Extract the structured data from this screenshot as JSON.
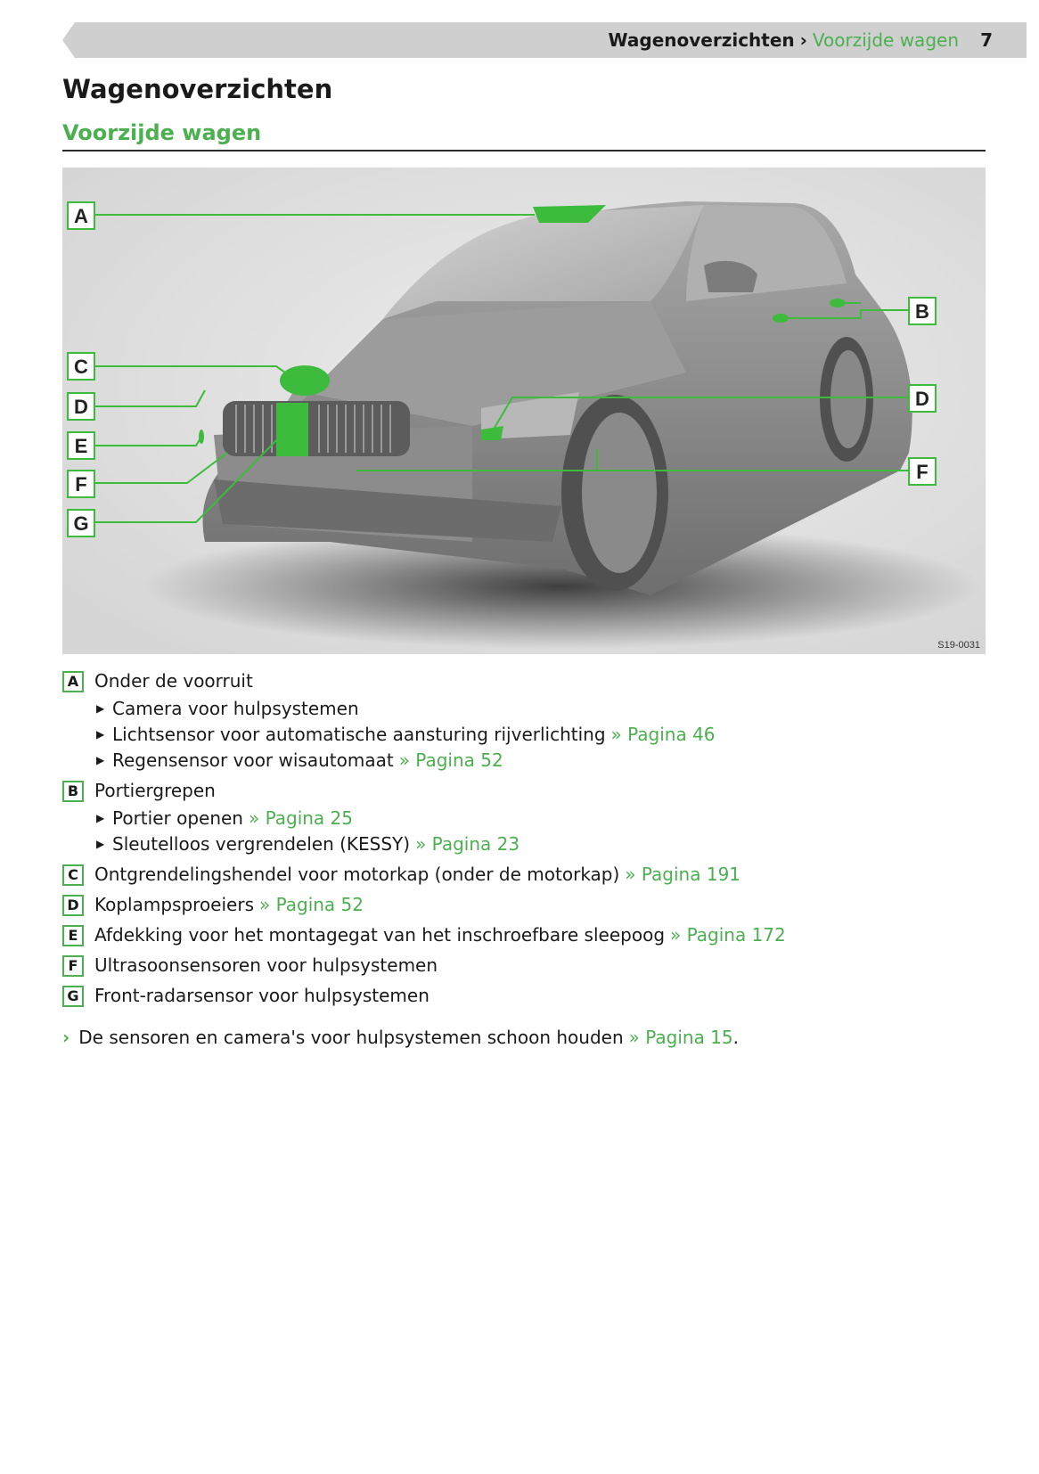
{
  "header": {
    "section": "Wagenoverzichten",
    "separator": "›",
    "subsection": "Voorzijde wagen",
    "page_number": "7"
  },
  "title": "Wagenoverzichten",
  "subtitle": "Voorzijde wagen",
  "figure": {
    "code": "S19-0031",
    "labels": [
      "A",
      "B",
      "C",
      "D",
      "D",
      "E",
      "F",
      "F",
      "G"
    ]
  },
  "legend": {
    "A": {
      "key": "A",
      "label": "Onder de voorruit",
      "items": [
        {
          "text": "Camera voor hulpsystemen",
          "ref": ""
        },
        {
          "text": "Lichtsensor voor automatische aansturing rijverlichting",
          "ref": "» Pagina 46"
        },
        {
          "text": "Regensensor voor wisautomaat",
          "ref": "» Pagina 52"
        }
      ]
    },
    "B": {
      "key": "B",
      "label": "Portiergrepen",
      "items": [
        {
          "text": "Portier openen",
          "ref": "» Pagina 25"
        },
        {
          "text": "Sleutelloos vergrendelen (KESSY)",
          "ref": "» Pagina 23"
        }
      ]
    },
    "C": {
      "key": "C",
      "label": "Ontgrendelingshendel voor motorkap (onder de motorkap)",
      "ref": "» Pagina 191"
    },
    "D": {
      "key": "D",
      "label": "Koplampsproeiers",
      "ref": "» Pagina 52"
    },
    "E": {
      "key": "E",
      "label": "Afdekking voor het montagegat van het inschroefbare sleepoog",
      "ref": "» Pagina 172"
    },
    "F": {
      "key": "F",
      "label": "Ultrasoonsensoren voor hulpsystemen",
      "ref": ""
    },
    "G": {
      "key": "G",
      "label": "Front-radarsensor voor hulpsystemen",
      "ref": ""
    }
  },
  "note": {
    "marker": "›",
    "text": "De sensoren en camera's voor hulpsystemen schoon houden",
    "ref": "» Pagina 15",
    "end": "."
  },
  "colors": {
    "accent": "#4caf50",
    "header_band": "#cfcfcf",
    "figure_bg": "#e0e0e0",
    "car_body": "#8a8a8a"
  }
}
